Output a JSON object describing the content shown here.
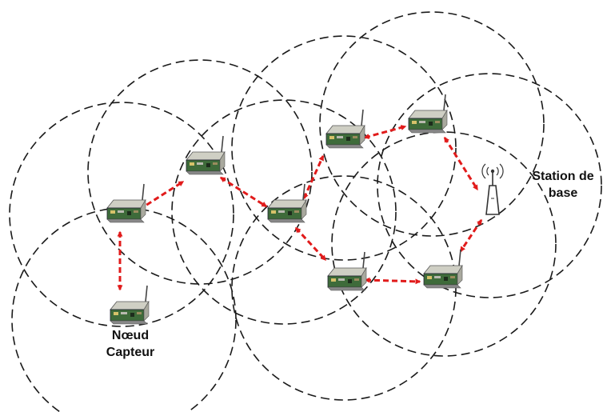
{
  "labels": {
    "sensor_node": [
      "Nœud",
      "Capteur"
    ],
    "base_station": [
      "Station de",
      "base"
    ]
  },
  "colors": {
    "background": "#ffffff",
    "range_circle": "#1a1a1a",
    "link_arrow": "#e11b1b",
    "node_board": "#3e6b3a",
    "node_shell": "#d9d9cf",
    "antenna": "#333333"
  },
  "legend": {
    "sensor_node_icon": "sensor-board-icon",
    "base_station_icon": "antenna-tower-icon",
    "radio_range": "dashed-circle",
    "wireless_link": "bidirectional-dashed-arrow"
  }
}
